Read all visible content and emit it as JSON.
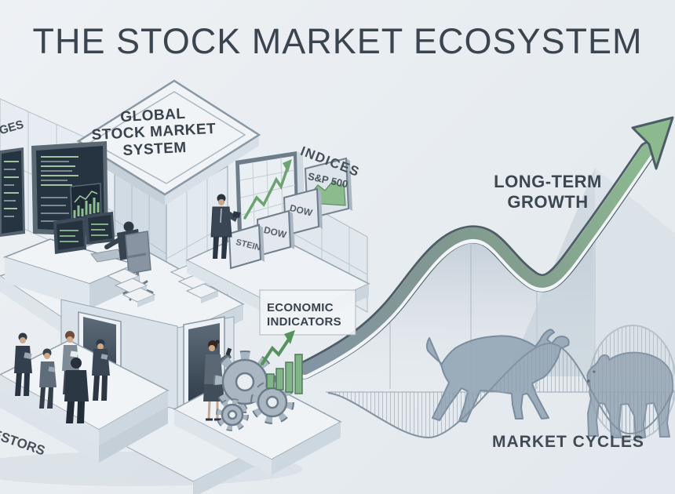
{
  "title": "THE STOCK MARKET ECOSYSTEM",
  "building": {
    "roof_sign": {
      "line1": "GLOBAL",
      "line2": "STOCK MARKET",
      "line3": "SYSTEM"
    },
    "exchanges_label_partial": "GES",
    "investors_label_partial": "ESTORS"
  },
  "indices": {
    "label": "INDICES",
    "sp500_board_label": "S&P 500",
    "dow_plaque_upper_label": "DOW",
    "dow_plaque_lower_label": "DOW",
    "stein_plaque_label": "STEIN"
  },
  "economic_indicators": {
    "line1": "ECONOMIC",
    "line2": "INDICATORS"
  },
  "long_term_growth": {
    "line1": "LONG-TERM",
    "line2": "GROWTH"
  },
  "market_cycles": {
    "label": "MARKET CYCLES"
  },
  "colors": {
    "background": "#e9edf1",
    "text_dark": "#3b454f",
    "growth_green": "#8cb98f",
    "band_gray_blue": "#8294a1",
    "silhouette_gray_blue": "#98a9b8",
    "screen_dark": "#263340",
    "chart_green": "#7fb287"
  }
}
